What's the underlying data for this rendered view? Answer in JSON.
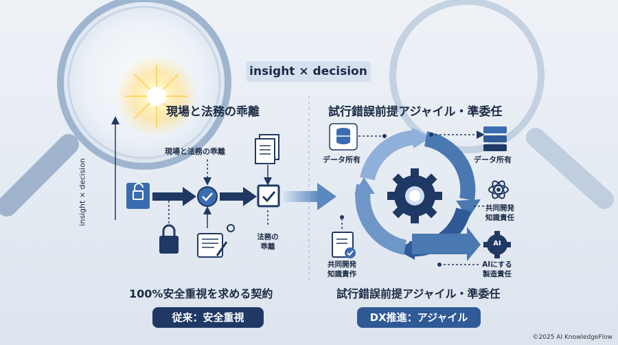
{
  "banner": "insight × decision",
  "vertical_axis_label": "insight × decision",
  "left": {
    "heading": "現場と法務の乖離",
    "sub_label": "現場と法務の乖離",
    "doc_label_1": "法務の",
    "doc_label_2": "乖離",
    "bottom_heading": "100%安全重視を求める契約",
    "pill": "従来：安全重視"
  },
  "right": {
    "heading": "試行錯誤前提アジャイル・準委任",
    "data_left": "データ所有",
    "data_right": "データ所有",
    "collab_right_1": "共同開発",
    "collab_right_2": "知識責任",
    "collab_left_1": "共同開発",
    "collab_left_2": "知識責作",
    "ai_badge": "AI",
    "ai_label_1": "AIにする",
    "ai_label_2": "製造責任",
    "bottom_heading": "試行錯誤前提アジャイル・準委任",
    "pill": "DX推進：アジャイル"
  },
  "footer": "©2025 AI KnowledgeFlow",
  "colors": {
    "navy": "#1f3864",
    "mid_blue": "#4a78b0",
    "light_blue": "#8fb0d8",
    "bg": "#e8edf4"
  }
}
